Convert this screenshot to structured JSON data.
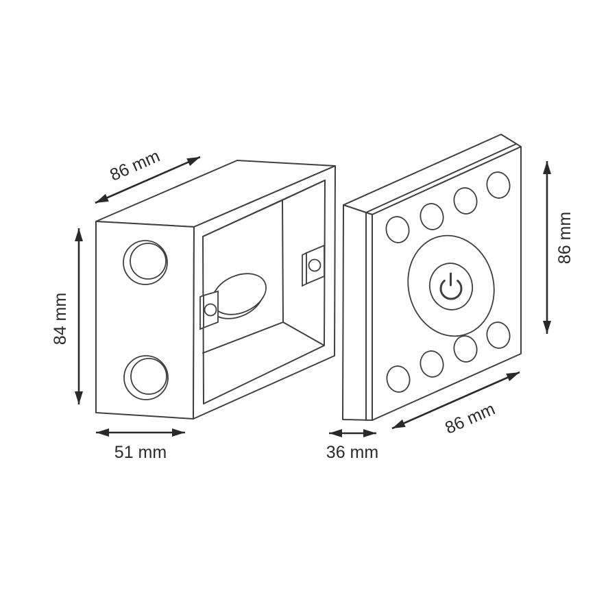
{
  "labels": {
    "box_top_width": "86 mm",
    "box_height": "84 mm",
    "box_depth": "51 mm",
    "plate_depth": "36 mm",
    "plate_bottom_width": "86 mm",
    "plate_height": "86 mm"
  },
  "icons": {
    "power_icon": "⏻"
  },
  "colors": {
    "background": "#ffffff",
    "drawing_stroke": "#3f3f3f",
    "dimension_stroke": "#2a2a2a",
    "label_text": "#2a2a2a"
  }
}
